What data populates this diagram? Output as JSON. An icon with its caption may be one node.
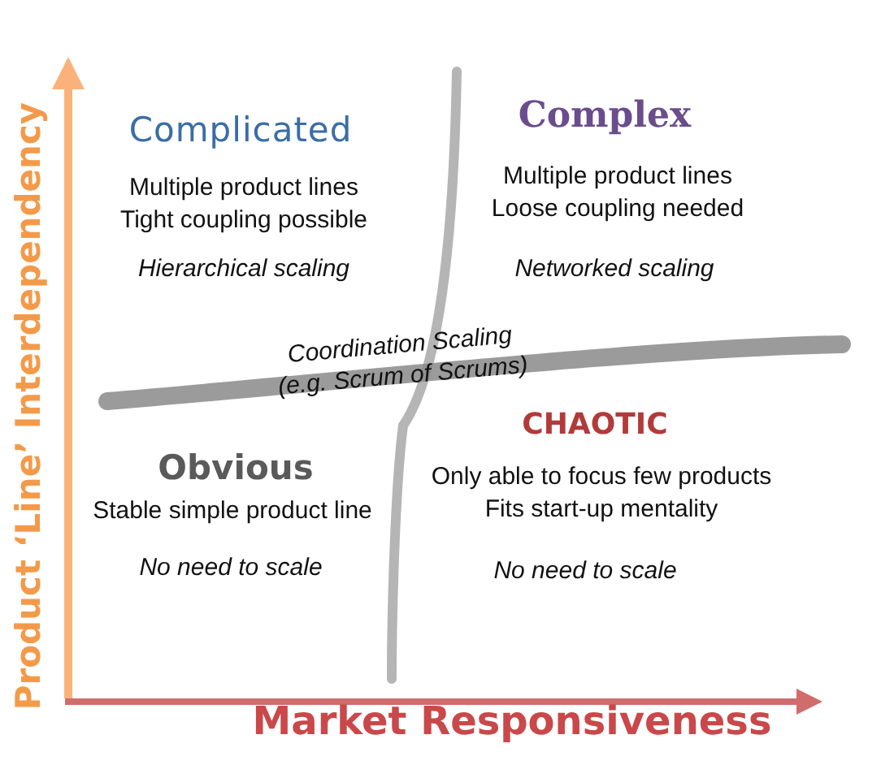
{
  "diagram": {
    "labels": [
      "Complicated",
      "Complex",
      "Multiple product lines",
      "Multiple product lines",
      "Tight coupling possible",
      "Loose coupling needed",
      "Hierarchical scaling",
      "Networked scaling",
      "Coordination Scaling",
      "(e.g. Scrum of Scrums)",
      "CHAOTIC",
      "Obvious",
      "Only able to focus few products",
      "Stable simple product line",
      "Fits start-up mentality",
      "No need to scale",
      "No need to scale",
      "Product ‘Line’ Interdependency",
      "Market Responsiveness"
    ]
  }
}
